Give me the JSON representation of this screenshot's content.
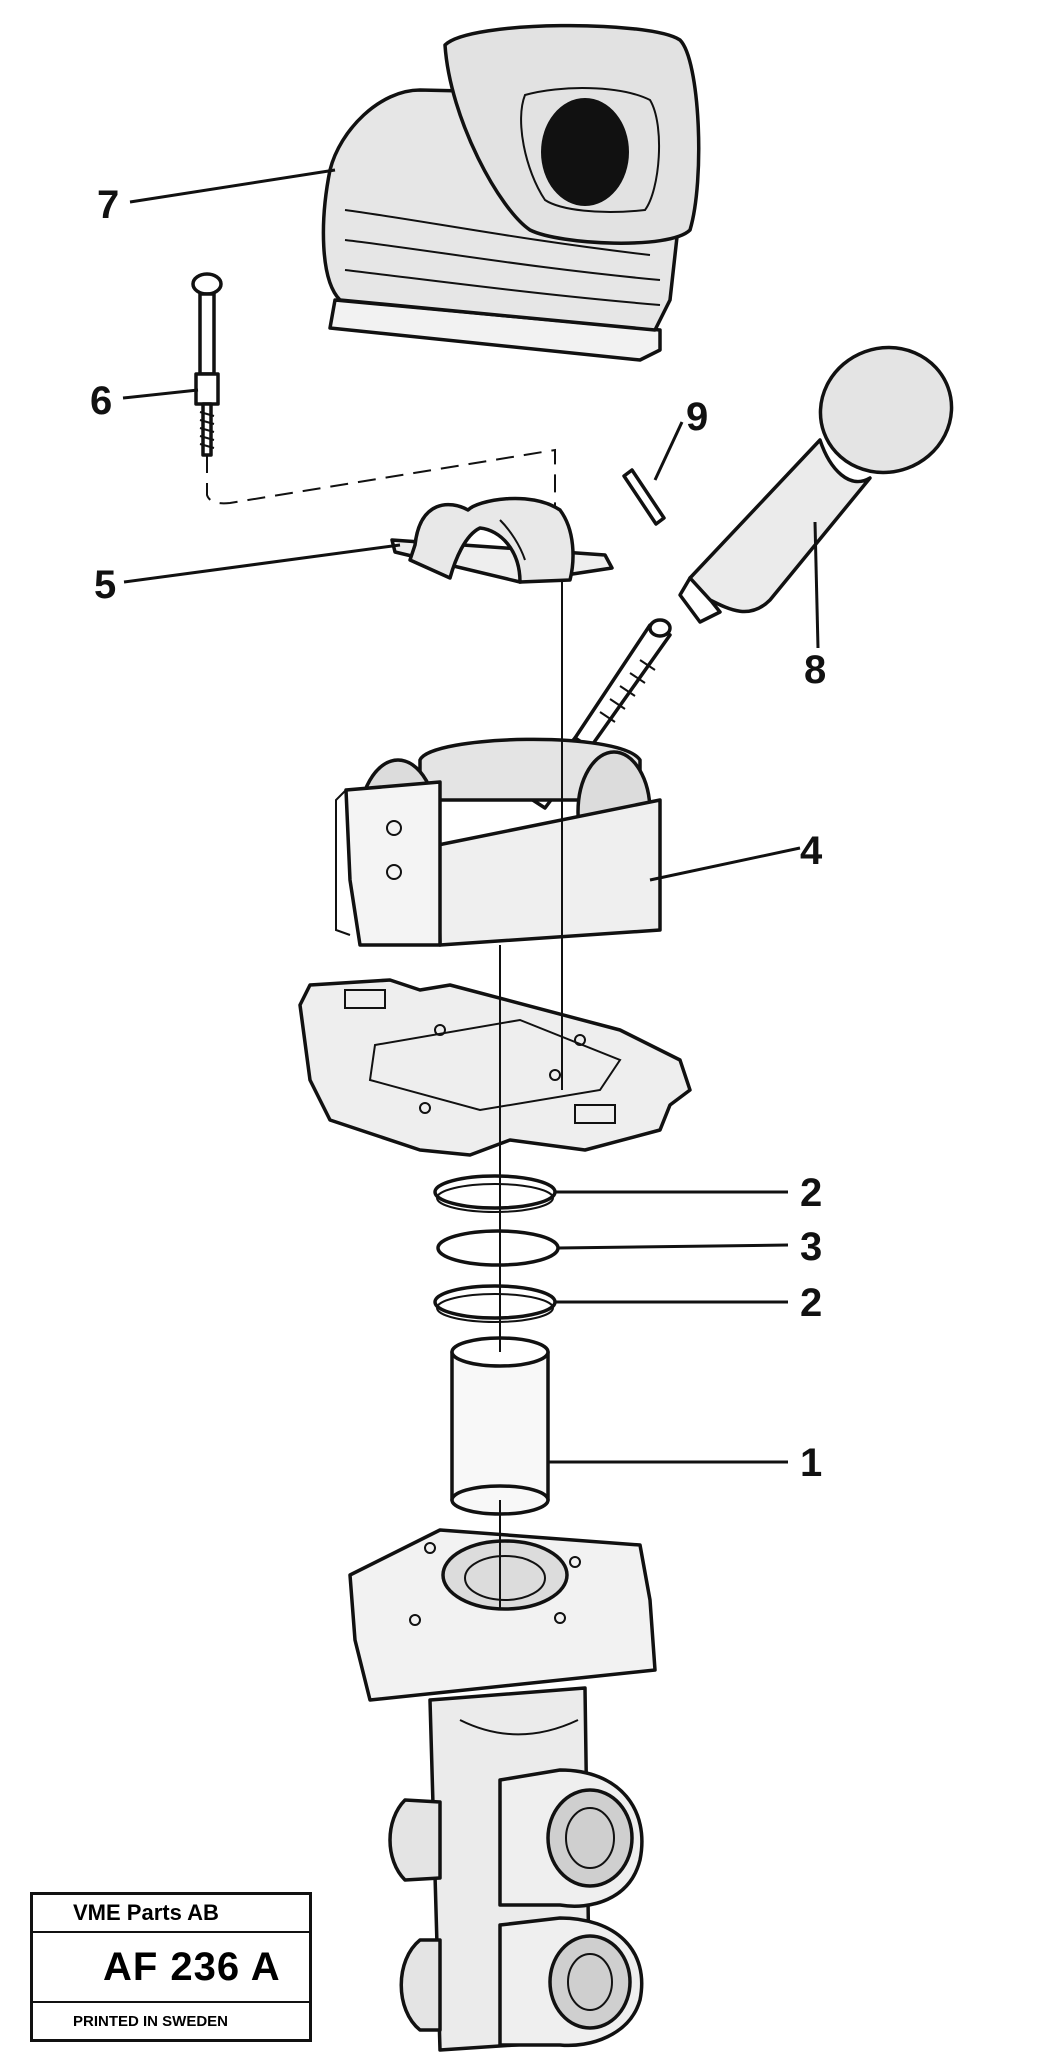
{
  "callouts": {
    "c7": "7",
    "c6": "6",
    "c9": "9",
    "c5": "5",
    "c8": "8",
    "c4": "4",
    "c2a": "2",
    "c3": "3",
    "c2b": "2",
    "c1": "1"
  },
  "stamp": {
    "company": "VME Parts AB",
    "code": "AF 236  A",
    "printed": "PRINTED IN SWEDEN"
  }
}
